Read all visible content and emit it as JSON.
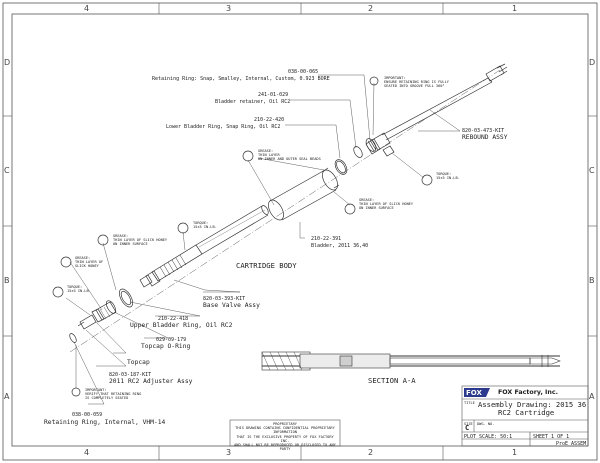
{
  "border": {
    "top_zones": [
      "4",
      "3",
      "2",
      "1"
    ],
    "bottom_zones": [
      "4",
      "3",
      "2",
      "1"
    ],
    "left_zones": [
      "D",
      "C",
      "B",
      "A"
    ],
    "right_zones": [
      "D",
      "C",
      "B",
      "A"
    ]
  },
  "callouts": {
    "snap_ring_pn": "038-00-065",
    "snap_ring_desc": "Retaining Ring: Snap, Smalley, Internal, Custom, 0.923 BORE",
    "bladder_retainer_pn": "241-01-029",
    "bladder_retainer_desc": "Bladder retainer, Oil RC2",
    "lower_snap_ring_pn": "210-22-420",
    "lower_snap_ring_desc": "Lower Bladder Ring, Snap Ring, Oil RC2",
    "rebound_pn": "820-03-473-KIT",
    "rebound_label": "REBOUND ASSY",
    "bladder_pn": "210-22-391",
    "bladder_desc": "Bladder, 2011 36,40",
    "cartridge_label": "CARTRIDGE BODY",
    "base_valve_pn": "820-03-393-KIT",
    "base_valve_desc": "Base Valve Assy",
    "upper_ring_pn": "210-22-418",
    "upper_ring_desc": "Upper Bladder Ring, Oil RC2",
    "oring_pn": "029-09-179",
    "oring_desc": "Topcap O-Ring",
    "topcap_label": "Topcap",
    "adjuster_pn": "820-03-187-KIT",
    "adjuster_desc": "2011 RC2 Adjuster Assy",
    "ret_ring_pn": "038-00-059",
    "ret_ring_desc": "Retaining Ring, Internal, VHM-14",
    "section_label": "SECTION  A-A"
  },
  "notes": {
    "important_top": "IMPORTANT:\nENSURE RETAINING RING IS FULLY\nSEATED INTO GROOVE FULL 360°",
    "grease_1": "GREASE:\nTHIN LAYER\nON INNER AND OUTER SEAL BEADS",
    "grease_2": "GREASE:\nTHIN LAYER OF SLICK HONEY\nON INNER SURFACE",
    "torque_1": "TORQUE:\n15±5 IN.LB.",
    "torque_2": "TORQUE:\n15±5 IN.LB.",
    "grease_3": "GREASE:\nTHIN LAYER OF SLICK HONEY\nON INNER SURFACE",
    "grease_4": "GREASE:\nTHIN LAYER OF\nSLICK HONEY",
    "torque_3": "TORQUE:\n15±5 IN.LB.",
    "important_bottom": "IMPORTANT:\nVERIFY THAT RETAINING RING\nIS COMPLETELY SEATED"
  },
  "title_block": {
    "logo": "FOX",
    "company": "FOX Factory, Inc.",
    "title_label": "TITLE",
    "title_line1": "Assembly Drawing: 2015 36",
    "title_line2": "RC2 Cartridge",
    "size_label": "SIZE",
    "size_value": "C",
    "dwg_label": "DWG. NO.",
    "scale": "PLOT SCALE: 50:1",
    "sheet": "SHEET 1 OF 1",
    "software": "ProE ASSEM",
    "proprietary": "PROPRIETARY\nTHIS DRAWING CONTAINS CONFIDENTIAL PROPRIETARY INFORMATION\nTHAT IS THE EXCLUSIVE PROPERTY OF FOX FACTORY INC.\nAND SHALL NOT BE REPRODUCED OR DISCLOSED TO ANY PARTY"
  }
}
